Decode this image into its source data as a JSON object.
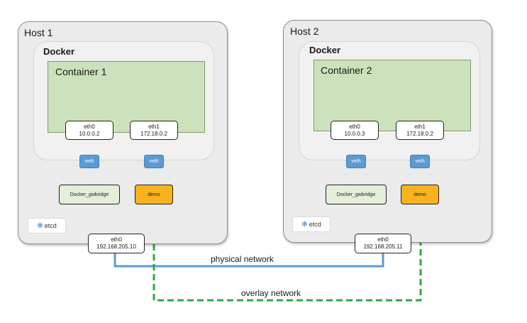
{
  "colors": {
    "host_bg": "#ebebeb",
    "container_bg": "#cce2bc",
    "veth": "#5b9bd5",
    "demo": "#f8b21e",
    "bridge_bg": "#e4efd9",
    "physical_line": "#5b9bd5",
    "overlay_line": "#2ea843"
  },
  "hosts": [
    {
      "title": "Host 1",
      "docker_label": "Docker",
      "container_label": "Container 1",
      "eth0": {
        "name": "eth0",
        "ip": "10.0.0.2"
      },
      "eth1": {
        "name": "eth1",
        "ip": "172.18.0.2"
      },
      "veth_a": "veth",
      "veth_b": "veth",
      "bridge": "Docker_gwbridge",
      "demo": "demo",
      "etcd": "etcd",
      "host_eth0": {
        "name": "eth0",
        "ip": "192.168.205.10"
      }
    },
    {
      "title": "Host 2",
      "docker_label": "Docker",
      "container_label": "Container 2",
      "eth0": {
        "name": "eth0",
        "ip": "10.0.0.3"
      },
      "eth1": {
        "name": "eth1",
        "ip": "172.18.0.2"
      },
      "veth_a": "veth",
      "veth_b": "veth",
      "bridge": "Docker_gwbridge",
      "demo": "demo",
      "etcd": "etcd",
      "host_eth0": {
        "name": "eth0",
        "ip": "192.168.205.11"
      }
    }
  ],
  "networks": {
    "physical": "physical network",
    "overlay": "overlay network"
  }
}
